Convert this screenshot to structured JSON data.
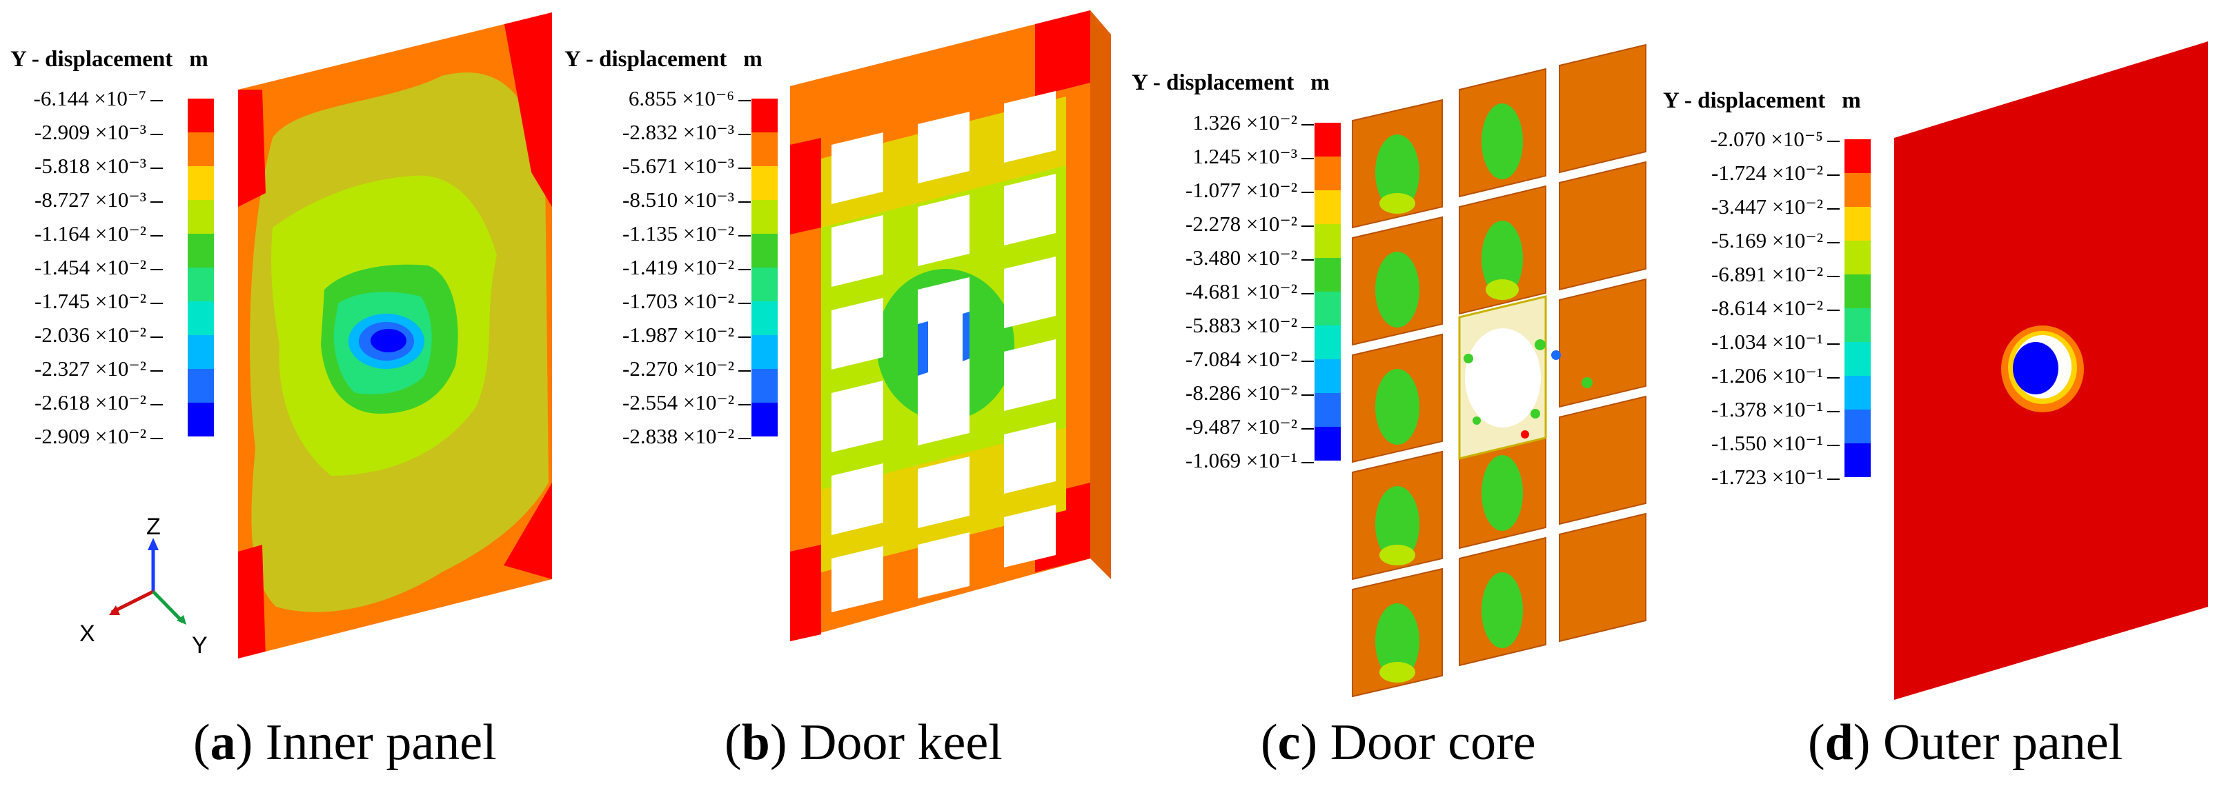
{
  "colormap": [
    "#ff0000",
    "#ff7a00",
    "#ffd400",
    "#b8e600",
    "#3ccf2a",
    "#22e07a",
    "#00e5c9",
    "#00b8ff",
    "#1c6cff",
    "#0000ff"
  ],
  "panels": [
    {
      "legend_title": "Y - displacement",
      "unit": "m",
      "ticks": [
        "-6.144 ×10⁻⁷",
        "-2.909 ×10⁻³",
        "-5.818 ×10⁻³",
        "-8.727 ×10⁻³",
        "-1.164 ×10⁻²",
        "-1.454 ×10⁻²",
        "-1.745 ×10⁻²",
        "-2.036 ×10⁻²",
        "-2.327 ×10⁻²",
        "-2.618 ×10⁻²",
        "-2.909 ×10⁻²"
      ],
      "caption_letter": "a",
      "caption_text": "Inner panel"
    },
    {
      "legend_title": "Y - displacement",
      "unit": "m",
      "ticks": [
        "6.855 ×10⁻⁶",
        "-2.832 ×10⁻³",
        "-5.671 ×10⁻³",
        "-8.510 ×10⁻³",
        "-1.135 ×10⁻²",
        "-1.419 ×10⁻²",
        "-1.703 ×10⁻²",
        "-1.987 ×10⁻²",
        "-2.270 ×10⁻²",
        "-2.554 ×10⁻²",
        "-2.838 ×10⁻²"
      ],
      "caption_letter": "b",
      "caption_text": "Door keel"
    },
    {
      "legend_title": "Y - displacement",
      "unit": "m",
      "ticks": [
        "1.326 ×10⁻²",
        "1.245 ×10⁻³",
        "-1.077 ×10⁻²",
        "-2.278 ×10⁻²",
        "-3.480 ×10⁻²",
        "-4.681 ×10⁻²",
        "-5.883 ×10⁻²",
        "-7.084 ×10⁻²",
        "-8.286 ×10⁻²",
        "-9.487 ×10⁻²",
        "-1.069 ×10⁻¹"
      ],
      "caption_letter": "c",
      "caption_text": "Door core"
    },
    {
      "legend_title": "Y - displacement",
      "unit": "m",
      "ticks": [
        "-2.070 ×10⁻⁵",
        "-1.724 ×10⁻²",
        "-3.447 ×10⁻²",
        "-5.169 ×10⁻²",
        "-6.891 ×10⁻²",
        "-8.614 ×10⁻²",
        "-1.034 ×10⁻¹",
        "-1.206 ×10⁻¹",
        "-1.378 ×10⁻¹",
        "-1.550 ×10⁻¹",
        "-1.723 ×10⁻¹"
      ],
      "caption_letter": "d",
      "caption_text": "Outer panel"
    }
  ],
  "axes": {
    "z": "Z",
    "x": "X",
    "y": "Y"
  }
}
